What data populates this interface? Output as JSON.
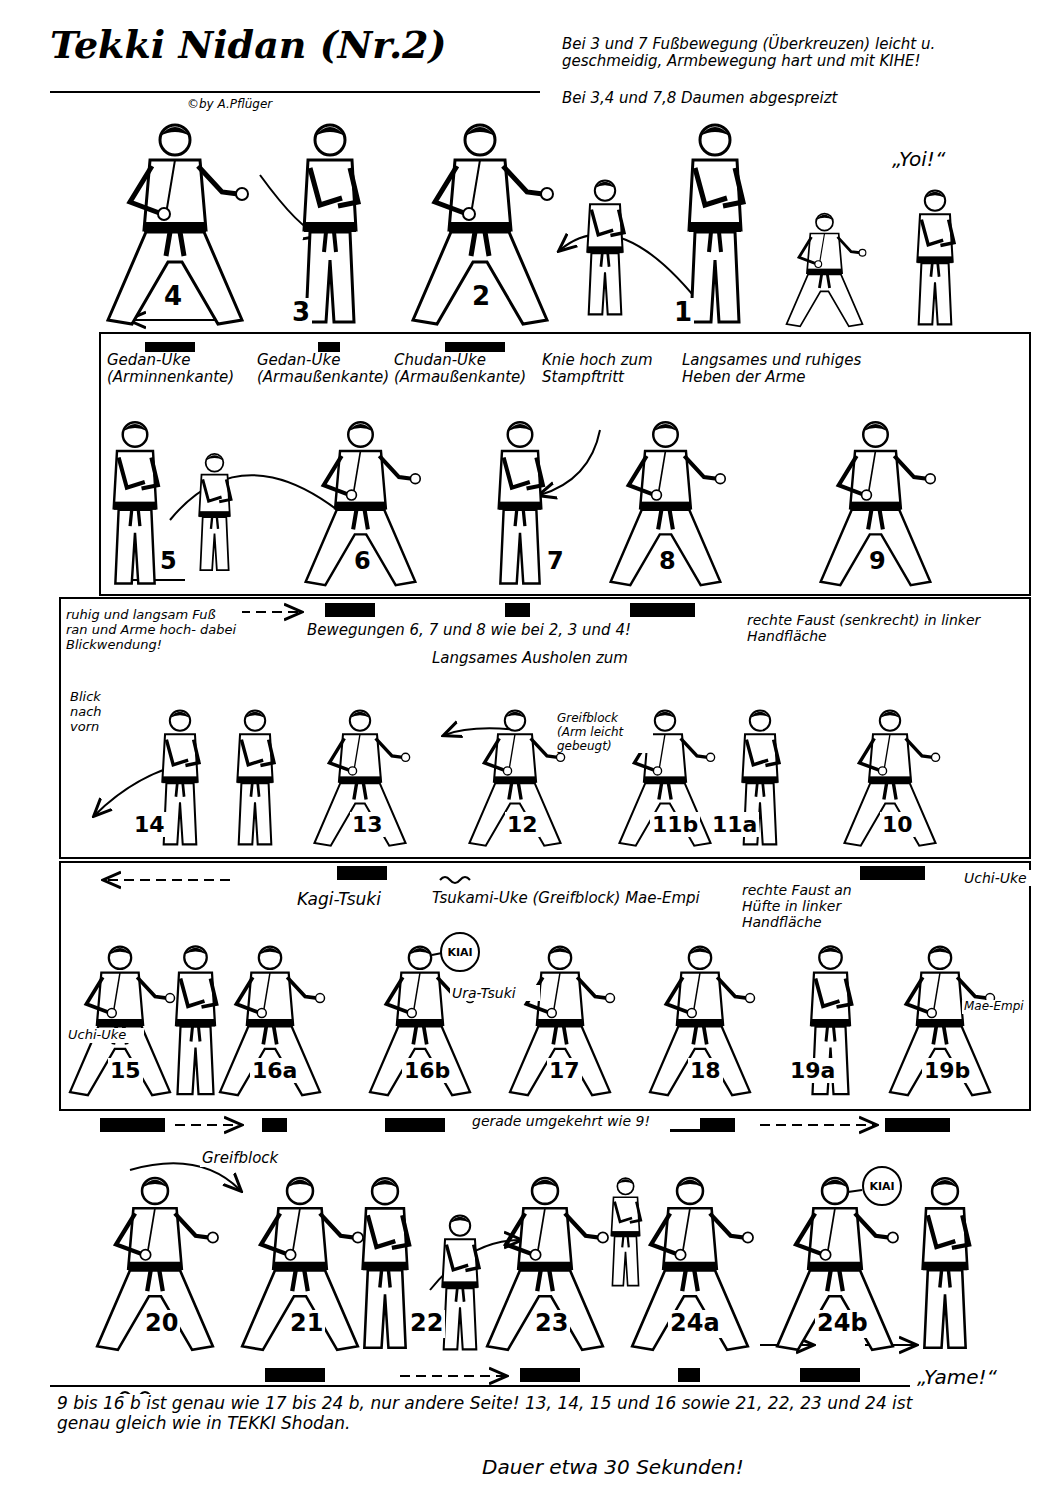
{
  "diagram": {
    "title": "Tekki Nidan (Nr.2)",
    "nodes": [
      {
        "text": [
          "KIAI"
        ]
      },
      {
        "text": [
          "KIAI"
        ]
      }
    ],
    "labels": [
      "©by A.Pflüger",
      "Bei 3 und 7 Fußbewegung (Überkreuzen) leicht u. geschmeidig, Armbewegung hart und mit KIHE!",
      "Bei 3,4 und 7,8 Daumen abgespreizt",
      "„Yoi!“",
      "4",
      "3",
      "2",
      "1",
      "Gedan-Uke (Arminnenkante)",
      "Gedan-Uke (Armaußenkante)",
      "Chudan-Uke (Armaußenkante)",
      "Knie hoch zum Stampftritt",
      "Langsames und ruhiges Heben der Arme",
      "5",
      "6",
      "7",
      "8",
      "9",
      "ruhig und langsam Fuß ran und Arme hoch- dabei Blickwendung!",
      "Bewegungen 6, 7 und 8 wie bei 2, 3 und 4!",
      "Langsames Ausholen zum",
      "rechte Faust (senkrecht) in linker Handfläche",
      "Blick nach vorn",
      "Greifblock (Arm leicht gebeugt)",
      "14",
      "13",
      "12",
      "11b",
      "11a",
      "10",
      "Kagi-Tsuki",
      "Tsukami-Uke (Greifblock) Mae-Empi",
      "rechte Faust an Hüfte in linker Handfläche",
      "Uchi-Uke",
      "Uchi-Uke",
      "Ura-Tsuki",
      "Mae-Empi",
      "15",
      "16a",
      "16b",
      "17",
      "18",
      "19a",
      "19b",
      "gerade umgekehrt wie 9!",
      "Greifblock",
      "20",
      "21",
      "22",
      "23",
      "24a",
      "24b",
      "„Yame!“",
      "9 bis 16 b ist genau wie 17 bis 24 b, nur andere Seite! 13, 14, 15 und 16 sowie 21, 22, 23 und 24 ist genau gleich wie in TEKKI Shodan.",
      "Dauer etwa 30 Sekunden!"
    ]
  }
}
